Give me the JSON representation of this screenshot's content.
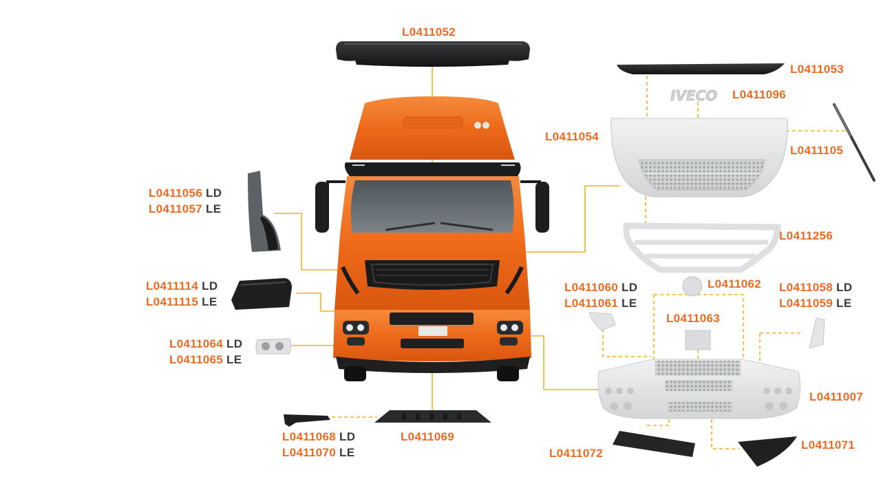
{
  "colors": {
    "accent": "#ec6b23",
    "leader": "#f2b21c",
    "side_text": "#3a3a3a",
    "truck_orange": "#f06b1a",
    "part_dark": "#1c1c1c",
    "part_grey": "#5c6064",
    "part_light": "#e4e5e6"
  },
  "parts": [
    {
      "id": "visor",
      "code": "L0411052",
      "side": ""
    },
    {
      "id": "upper-trim",
      "code": "L0411053",
      "side": ""
    },
    {
      "id": "emblem",
      "code": "L0411096",
      "side": ""
    },
    {
      "id": "hood",
      "code": "L0411054",
      "side": ""
    },
    {
      "id": "gas-strut",
      "code": "L0411105",
      "side": ""
    },
    {
      "id": "grille",
      "code": "L0411256",
      "side": ""
    },
    {
      "id": "corner-deflector-right",
      "code": "L0411056",
      "side": "LD"
    },
    {
      "id": "corner-deflector-left",
      "code": "L0411057",
      "side": "LE"
    },
    {
      "id": "step-cover-right",
      "code": "L0411114",
      "side": "LD"
    },
    {
      "id": "step-cover-left",
      "code": "L0411115",
      "side": "LE"
    },
    {
      "id": "fog-bezel-right",
      "code": "L0411064",
      "side": "LD"
    },
    {
      "id": "fog-bezel-left",
      "code": "L0411065",
      "side": "LE"
    },
    {
      "id": "bumper-side-right",
      "code": "L0411060",
      "side": "LD"
    },
    {
      "id": "bumper-side-left",
      "code": "L0411061",
      "side": "LE"
    },
    {
      "id": "round-cap",
      "code": "L0411062",
      "side": ""
    },
    {
      "id": "bumper-end-right",
      "code": "L0411058",
      "side": "LD"
    },
    {
      "id": "bumper-end-left",
      "code": "L0411059",
      "side": "LE"
    },
    {
      "id": "center-cover",
      "code": "L0411063",
      "side": ""
    },
    {
      "id": "bumper",
      "code": "L0411007",
      "side": ""
    },
    {
      "id": "spoiler-end-right",
      "code": "L0411068",
      "side": "LD"
    },
    {
      "id": "spoiler-end-left",
      "code": "L0411070",
      "side": "LE"
    },
    {
      "id": "spoiler",
      "code": "L0411069",
      "side": ""
    },
    {
      "id": "step-plate",
      "code": "L0411072",
      "side": ""
    },
    {
      "id": "corner-plate",
      "code": "L0411071",
      "side": ""
    }
  ],
  "brand_emblem": "IVECO"
}
